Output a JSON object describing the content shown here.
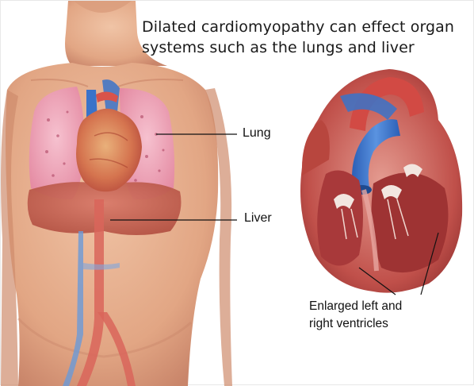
{
  "caption": {
    "line1": "Dilated cardiomyopathy can effect organ",
    "line2": "systems such as the lungs and liver"
  },
  "labels": {
    "lung": "Lung",
    "liver": "Liver",
    "ventricles_line1": "Enlarged left and",
    "ventricles_line2": "right ventricles"
  },
  "colors": {
    "skin": "#e6ae8e",
    "lung": "#ef9fb4",
    "liver": "#c45a4a",
    "heart": "#c8463e",
    "vein": "#3a73c9",
    "artery": "#d9534a"
  }
}
